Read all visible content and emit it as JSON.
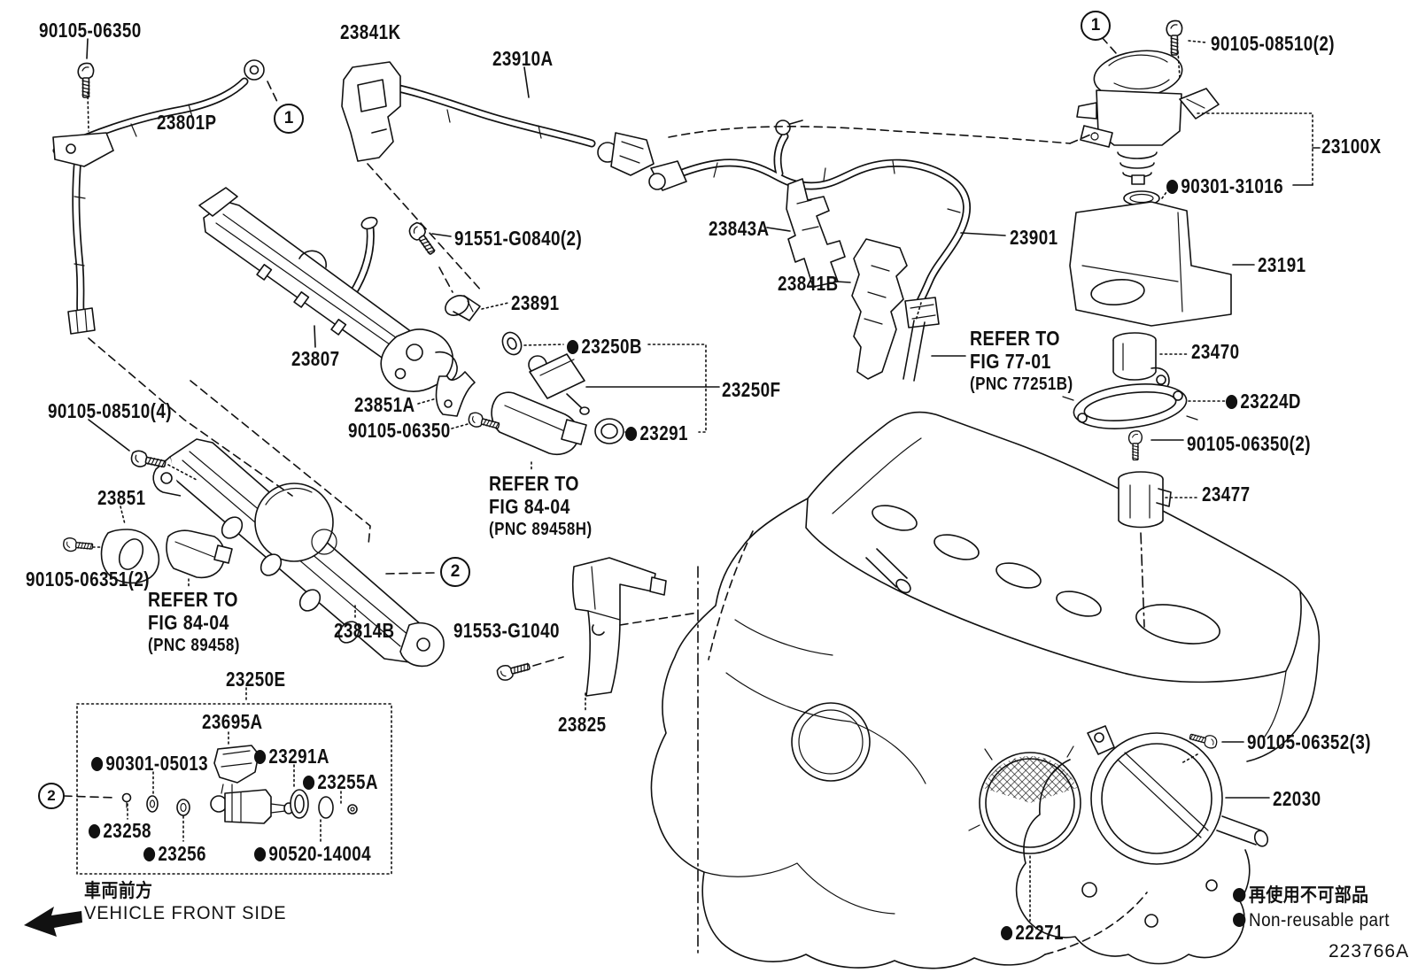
{
  "parts": {
    "a90105_06350_top": "90105-06350",
    "p23801p": "23801P",
    "p23841k": "23841K",
    "p23910a": "23910A",
    "p91551_g0840": "91551-G0840(2)",
    "p23891": "23891",
    "p23807": "23807",
    "p23851a": "23851A",
    "a90105_06350_mid": "90105-06350",
    "p23250b": "23250B",
    "p23250f": "23250F",
    "p23291": "23291",
    "p23843a": "23843A",
    "p23901": "23901",
    "p23841b": "23841B",
    "a90105_08510_2": "90105-08510(2)",
    "p23100x": "23100X",
    "p90301_31016": "90301-31016",
    "p23191": "23191",
    "p23470": "23470",
    "p23224d": "23224D",
    "a90105_06350_2": "90105-06350(2)",
    "p23477": "23477",
    "a90105_08510_4": "90105-08510(4)",
    "p23851": "23851",
    "a90105_06351_2": "90105-06351(2)",
    "p23814b": "23814B",
    "p23250e": "23250E",
    "p23695a": "23695A",
    "p90301_05013": "90301-05013",
    "p23291a": "23291A",
    "p23255a": "23255A",
    "p23258": "23258",
    "p23256": "23256",
    "p90520_14004": "90520-14004",
    "p91553_g1040": "91553-G1040",
    "p23825": "23825",
    "a90105_06352_3": "90105-06352(3)",
    "p22030": "22030",
    "p22271": "22271"
  },
  "refers": {
    "h": {
      "l1": "REFER TO",
      "l2": "FIG 84-04",
      "l3": "(PNC 89458H)"
    },
    "lower": {
      "l1": "REFER TO",
      "l2": "FIG 84-04",
      "l3": "(PNC 89458)"
    },
    "fig77": {
      "l1": "REFER TO",
      "l2": "FIG 77-01",
      "l3": "(PNC 77251B)"
    }
  },
  "refs": {
    "one": "1",
    "two": "2"
  },
  "legend": {
    "jp": "再使用不可部品",
    "en": "Non-reusable part"
  },
  "front": {
    "jp": "車両前方",
    "en": "VEHICLE FRONT SIDE"
  },
  "code": "223766A"
}
